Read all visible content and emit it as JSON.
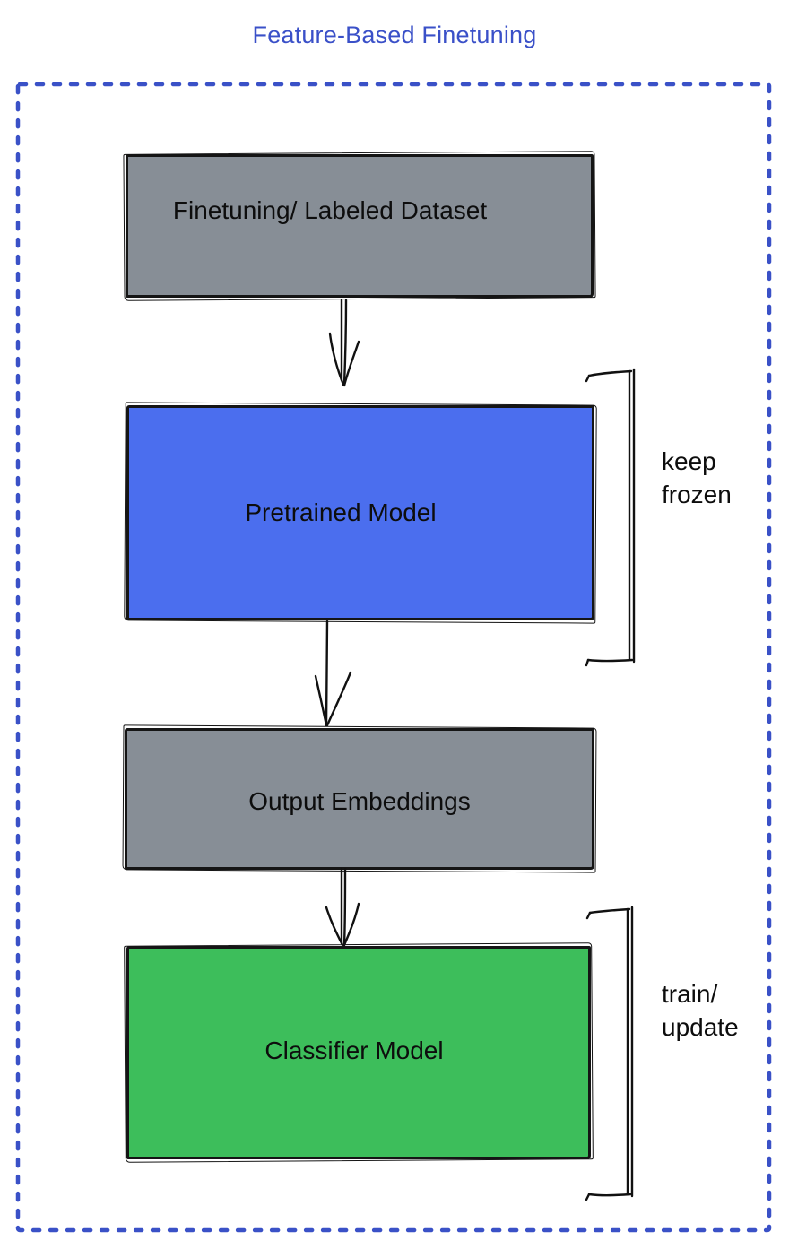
{
  "title": "Feature-Based Finetuning",
  "colors": {
    "title": "#3a50c8",
    "frame": "#3a51c7",
    "box_gray": "#878e96",
    "box_blue": "#4b6eee",
    "box_green": "#3dbe5b",
    "node_border": "#151515",
    "node_text": "#0d0d0d"
  },
  "nodes": [
    {
      "id": "dataset",
      "label": "Finetuning/ Labeled Dataset",
      "fill": "box_gray"
    },
    {
      "id": "pretrained",
      "label": "Pretrained Model",
      "fill": "box_blue"
    },
    {
      "id": "embeddings",
      "label": "Output Embeddings",
      "fill": "box_gray"
    },
    {
      "id": "classifier",
      "label": "Classifier Model",
      "fill": "box_green"
    }
  ],
  "annotations": [
    {
      "target": "pretrained",
      "label": "keep\nfrozen"
    },
    {
      "target": "classifier",
      "label": "train/\nupdate"
    }
  ]
}
